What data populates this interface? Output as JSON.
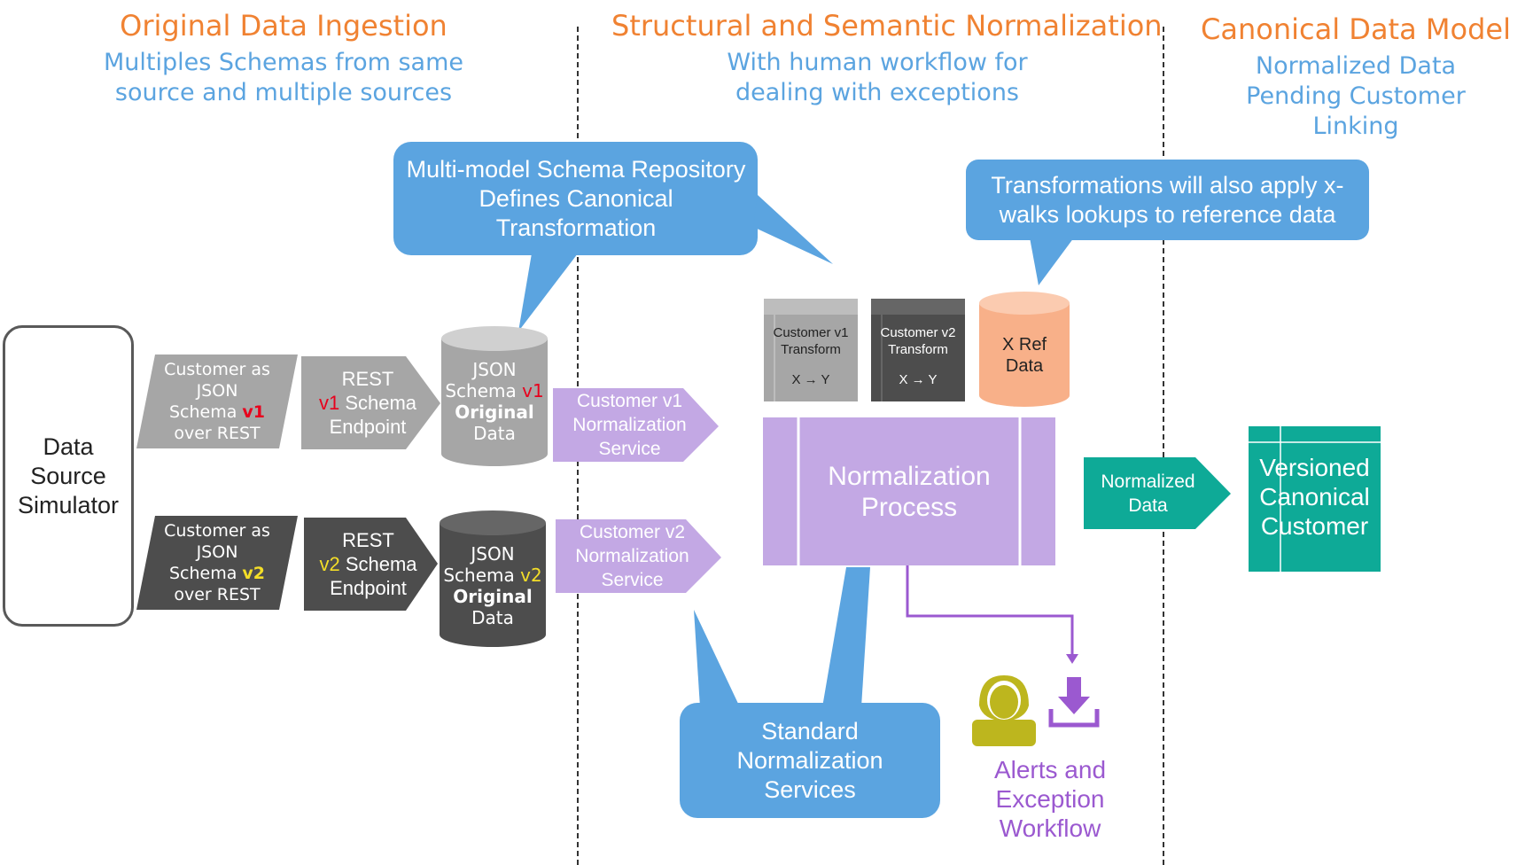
{
  "headers": {
    "col1": {
      "title": "Original Data Ingestion",
      "subtitle": "Multiples Schemas from same source and multiple sources"
    },
    "col2": {
      "title": "Structural and Semantic Normalization",
      "subtitle": "With human workflow for dealing with exceptions"
    },
    "col3": {
      "title": "Canonical Data Model",
      "subtitle": "Normalized Data Pending Customer Linking"
    }
  },
  "callouts": {
    "schema_repo": "Multi-model Schema Repository Defines Canonical Transformation",
    "xwalks": "Transformations will also apply x-walks lookups to reference data",
    "standard_services": "Standard Normalization Services"
  },
  "simulator": {
    "label": "Data Source Simulator"
  },
  "v1": {
    "input": {
      "line1": "Customer as",
      "line2": "JSON",
      "line3a": "Schema ",
      "version": "v1",
      "line4": "over REST"
    },
    "rest": {
      "line1": "REST",
      "version": "v1",
      "line2b": " Schema",
      "line3": "Endpoint"
    },
    "db": {
      "line1": "JSON",
      "line2a": "Schema ",
      "version": "v1",
      "line3": "Original",
      "line4": "Data"
    },
    "service": {
      "line1": "Customer v1",
      "line2": "Normalization",
      "line3": "Service"
    }
  },
  "v2": {
    "input": {
      "line1": "Customer as",
      "line2": "JSON",
      "line3a": "Schema ",
      "version": "v2",
      "line4": "over REST"
    },
    "rest": {
      "line1": "REST",
      "version": "v2",
      "line2b": " Schema",
      "line3": "Endpoint"
    },
    "db": {
      "line1": "JSON",
      "line2a": "Schema ",
      "version": "v2",
      "line3": "Original",
      "line4": "Data"
    },
    "service": {
      "line1": "Customer v2",
      "line2": "Normalization",
      "line3": "Service"
    }
  },
  "transforms": {
    "v1": {
      "line1": "Customer v1",
      "line2": "Transform",
      "mapping": "X → Y"
    },
    "v2": {
      "line1": "Customer v2",
      "line2": "Transform",
      "mapping": "X → Y"
    },
    "xref": {
      "line1": "X Ref",
      "line2": "Data"
    }
  },
  "process": {
    "line1": "Normalization",
    "line2": "Process"
  },
  "normalized": {
    "line1": "Normalized",
    "line2": "Data"
  },
  "canonical": {
    "line1": "Versioned",
    "line2": "Canonical",
    "line3": "Customer"
  },
  "alerts": {
    "line1": "Alerts and",
    "line2": "Exception",
    "line3": "Workflow"
  },
  "icons": [
    "user-icon",
    "download-icon"
  ],
  "colors": {
    "title_orange": "#F08232",
    "subtitle_blue": "#5BA4E0",
    "callout_blue": "#5BA4E0",
    "lavender": "#C3A8E4",
    "gray_light": "#A6A6A6",
    "gray_dark": "#4D4D4D",
    "teal": "#0EAA97",
    "salmon": "#F8B089",
    "purple": "#9B59D0",
    "olive": "#BDB61E"
  }
}
